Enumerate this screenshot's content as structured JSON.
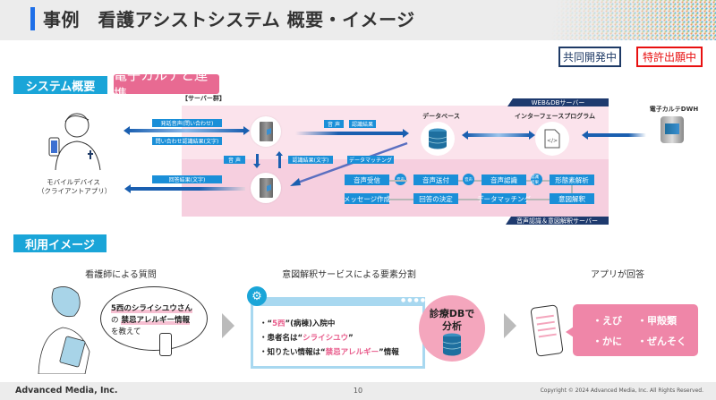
{
  "header": {
    "title": "事例　看護アシストシステム 概要・イメージ"
  },
  "badges": {
    "joint_dev": "共同開発中",
    "patent": "特許出願中"
  },
  "system": {
    "section_label": "システム概要",
    "link_label": "電子カルテと連携",
    "server_group": "【サーバー群】",
    "client_label_line1": "モバイルデバイス",
    "client_label_line2": "（クライアントアプリ）",
    "tags": {
      "speech_query": "発話音声(問い合わせ)",
      "query_result": "問い合わせ認識結果(文字)",
      "voice_down": "音 声",
      "answer_text": "回答結果(文字)",
      "voice_right": "音 声",
      "recog_result": "認識結果",
      "recog_result_text": "認識結果(文字)",
      "data_matching": "データマッチング"
    },
    "web_db_server": "WEB&DBサーバー",
    "database": "データベース",
    "interface_program": "インターフェースプログラム",
    "ehr_dwh": "電子カルテDWH",
    "asr_server": "音声認識＆意図解釈サーバー",
    "flow_row1": [
      "音声受信",
      "音声送付",
      "音声認識",
      "形態素解析"
    ],
    "flow_row1_circles": [
      "音声",
      "音声",
      "認識結果"
    ],
    "flow_row2": [
      "メッセージ作成",
      "回答の決定",
      "データマッチング",
      "意図解釈"
    ]
  },
  "usage": {
    "section_label": "利用イメージ",
    "step1_title": "看護師による質問",
    "speech_line1_a": "5西",
    "speech_line1_b": "のシライシユウさん",
    "speech_line2_a": "の",
    "speech_line2_b": "禁忌アレルギー情報",
    "speech_line3": "を教えて",
    "step2_title": "意図解釈サービスによる要素分割",
    "items": [
      {
        "prefix": "・“",
        "highlight": "5西",
        "suffix": "”(病棟)入院中"
      },
      {
        "prefix": "・患者名は“",
        "highlight": "シライシユウ",
        "suffix": "”"
      },
      {
        "prefix": "・知りたい情報は“",
        "highlight": "禁忌アレルギー",
        "suffix": "”情報"
      }
    ],
    "db_bubble_line1": "診療DBで",
    "db_bubble_line2": "分析",
    "step3_title": "アプリが回答",
    "answers": [
      "・えび",
      "・甲殻類",
      "・かに",
      "・ぜんそく"
    ]
  },
  "footer": {
    "company": "Advanced Media, Inc.",
    "page": "10",
    "copyright": "Copyright © 2024 Advanced Media, Inc. All Rights Reserved."
  },
  "colors": {
    "accent_blue": "#1aa5d8",
    "pink": "#e86a92",
    "navy": "#1e3a66",
    "red": "#e81010"
  }
}
